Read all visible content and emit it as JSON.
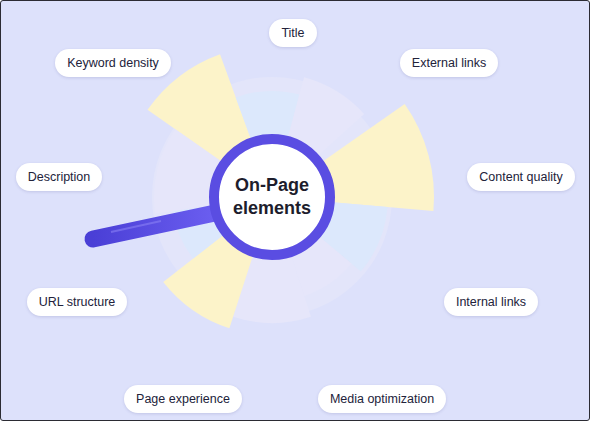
{
  "diagram": {
    "nodes": [
      {
        "text": [
          "On-Page elements"
        ]
      },
      {
        "text": [
          "Title"
        ]
      },
      {
        "text": [
          "Keyword density"
        ]
      },
      {
        "text": [
          "External links"
        ]
      },
      {
        "text": [
          "Description"
        ]
      },
      {
        "text": [
          "Content quality"
        ]
      },
      {
        "text": [
          "URL structure"
        ]
      },
      {
        "text": [
          "Internal links"
        ]
      },
      {
        "text": [
          "Page experience"
        ]
      },
      {
        "text": [
          "Media optimization"
        ]
      }
    ]
  }
}
